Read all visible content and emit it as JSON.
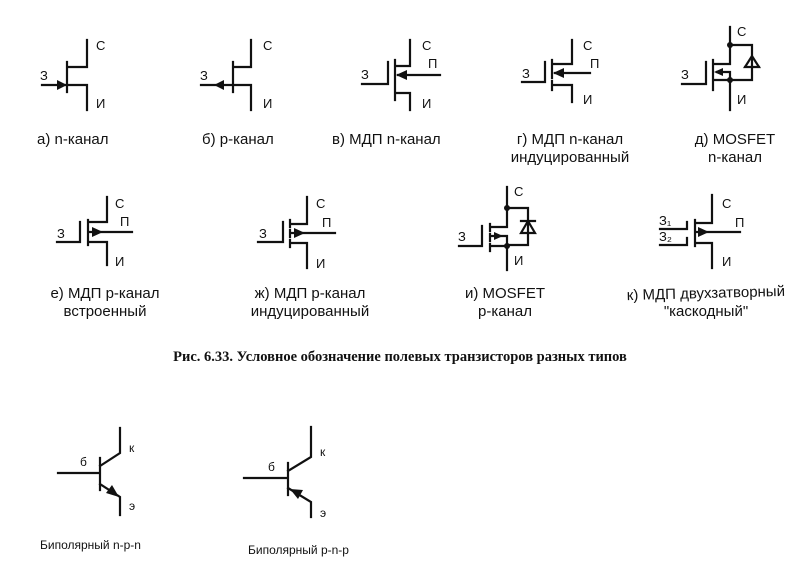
{
  "symbols": {
    "a": {
      "caption": [
        "а) n-канал"
      ],
      "drain": "С",
      "source": "И",
      "gate": "З"
    },
    "b": {
      "caption": [
        "б) p-канал"
      ],
      "drain": "С",
      "source": "И",
      "gate": "З"
    },
    "v": {
      "caption": [
        "в) МДП n-канал"
      ],
      "drain": "С",
      "source": "И",
      "gate": "З",
      "substrate": "П"
    },
    "g": {
      "caption": [
        "г) МДП n-канал",
        "индуцированный"
      ],
      "drain": "С",
      "source": "И",
      "gate": "З",
      "substrate": "П"
    },
    "d": {
      "caption": [
        "д) MOSFET",
        "n-канал"
      ],
      "drain": "С",
      "source": "И",
      "gate": "З"
    },
    "e": {
      "caption": [
        "е) МДП p-канал",
        "встроенный"
      ],
      "drain": "С",
      "source": "И",
      "gate": "З",
      "substrate": "П"
    },
    "zh": {
      "caption": [
        "ж) МДП p-канал",
        "индуцированный"
      ],
      "drain": "С",
      "source": "И",
      "gate": "З",
      "substrate": "П"
    },
    "i": {
      "caption": [
        "и) MOSFET",
        "p-канал"
      ],
      "drain": "С",
      "source": "И",
      "gate": "З"
    },
    "k": {
      "caption": [
        "к) МДП двухзатворный",
        "\"каскодный\""
      ],
      "drain": "С",
      "source": "И",
      "gate1": "З₁",
      "gate2": "З₂",
      "substrate": "П"
    }
  },
  "figure_caption": "Рис. 6.33. Условное обозначение полевых транзисторов разных типов",
  "bipolar": {
    "npn": {
      "caption": "Биполярный n-p-n",
      "base": "б",
      "collector": "к",
      "emitter": "э"
    },
    "pnp": {
      "caption": "Биполярный p-n-p",
      "base": "б",
      "collector": "к",
      "emitter": "э"
    }
  }
}
